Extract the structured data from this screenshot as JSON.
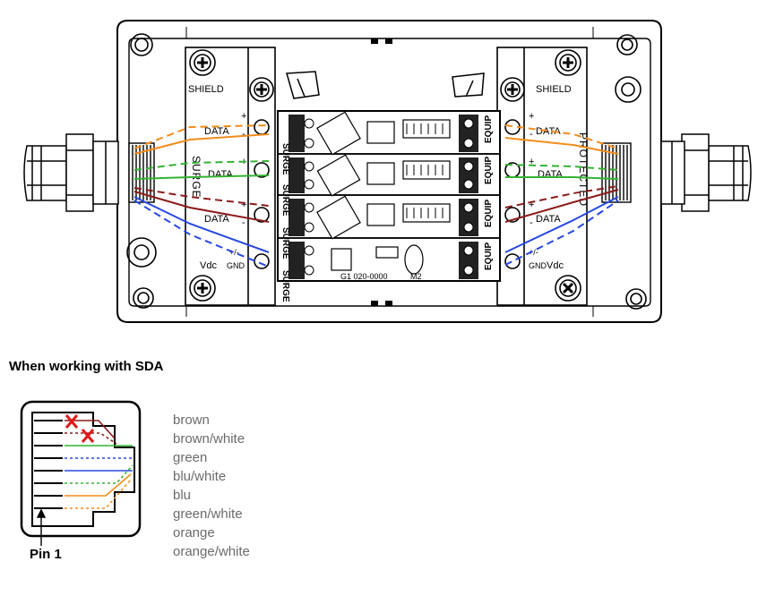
{
  "box_labels": {
    "shield": "SHIELD",
    "data": "DATA",
    "plus": "+",
    "minus": "-",
    "vdc": "Vdc",
    "gnd": "GND",
    "plusminus": "+/-",
    "surge": "SURGE",
    "protected": "PROTECTED",
    "pcb_surge": "SURGE",
    "pcb_equip": "EQUIP",
    "pcb_code": "G1 020-0000",
    "pcb_m2": "M2"
  },
  "connector": {
    "caption": "When working with SDA",
    "pin_label": "Pin 1",
    "wires": [
      "brown",
      "brown/white",
      "green",
      "blu/white",
      "blu",
      "green/white",
      "orange",
      "orange/white"
    ]
  },
  "colors": {
    "orange": "#f28c1c",
    "green": "#34b233",
    "brown": "#8b1c1c",
    "blue": "#2848e0",
    "red": "#e01818"
  }
}
